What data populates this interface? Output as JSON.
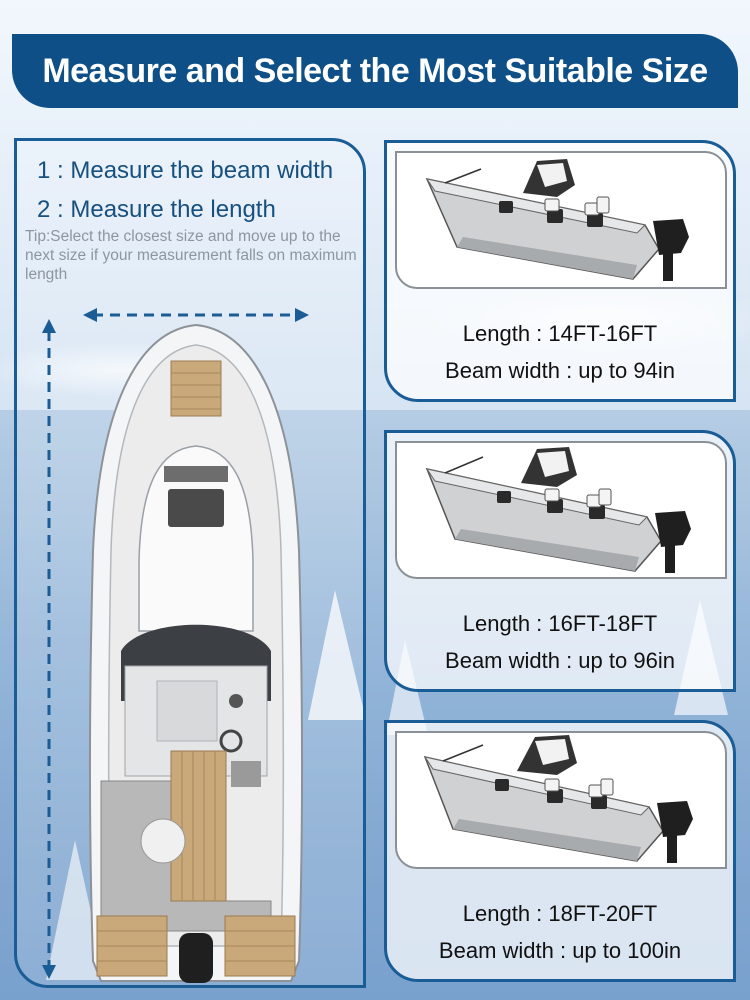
{
  "header": {
    "title": "Measure and Select the Most Suitable Size"
  },
  "instructions": {
    "step1": "1 : Measure the beam width",
    "step2": "2 : Measure the length",
    "tip": "Tip:Select the closest size and move up to the next size if your measurement falls on maximum length"
  },
  "sizes": [
    {
      "length": "Length : 14FT-16FT",
      "beam": "Beam width : up to 94in"
    },
    {
      "length": "Length : 16FT-18FT",
      "beam": "Beam width : up to 96in"
    },
    {
      "length": "Length : 18FT-20FT",
      "beam": "Beam width : up to 100in"
    }
  ],
  "colors": {
    "brand_blue": "#0d4f86",
    "border_blue": "#1a5c95",
    "deck_teak": "#c9a87a"
  },
  "icons": {
    "width_arrow": "double-arrow-horizontal-dashed",
    "length_arrow": "double-arrow-vertical-dashed",
    "boat_top": "boat-top-view",
    "boat_side": "fishing-boat-side-view"
  }
}
